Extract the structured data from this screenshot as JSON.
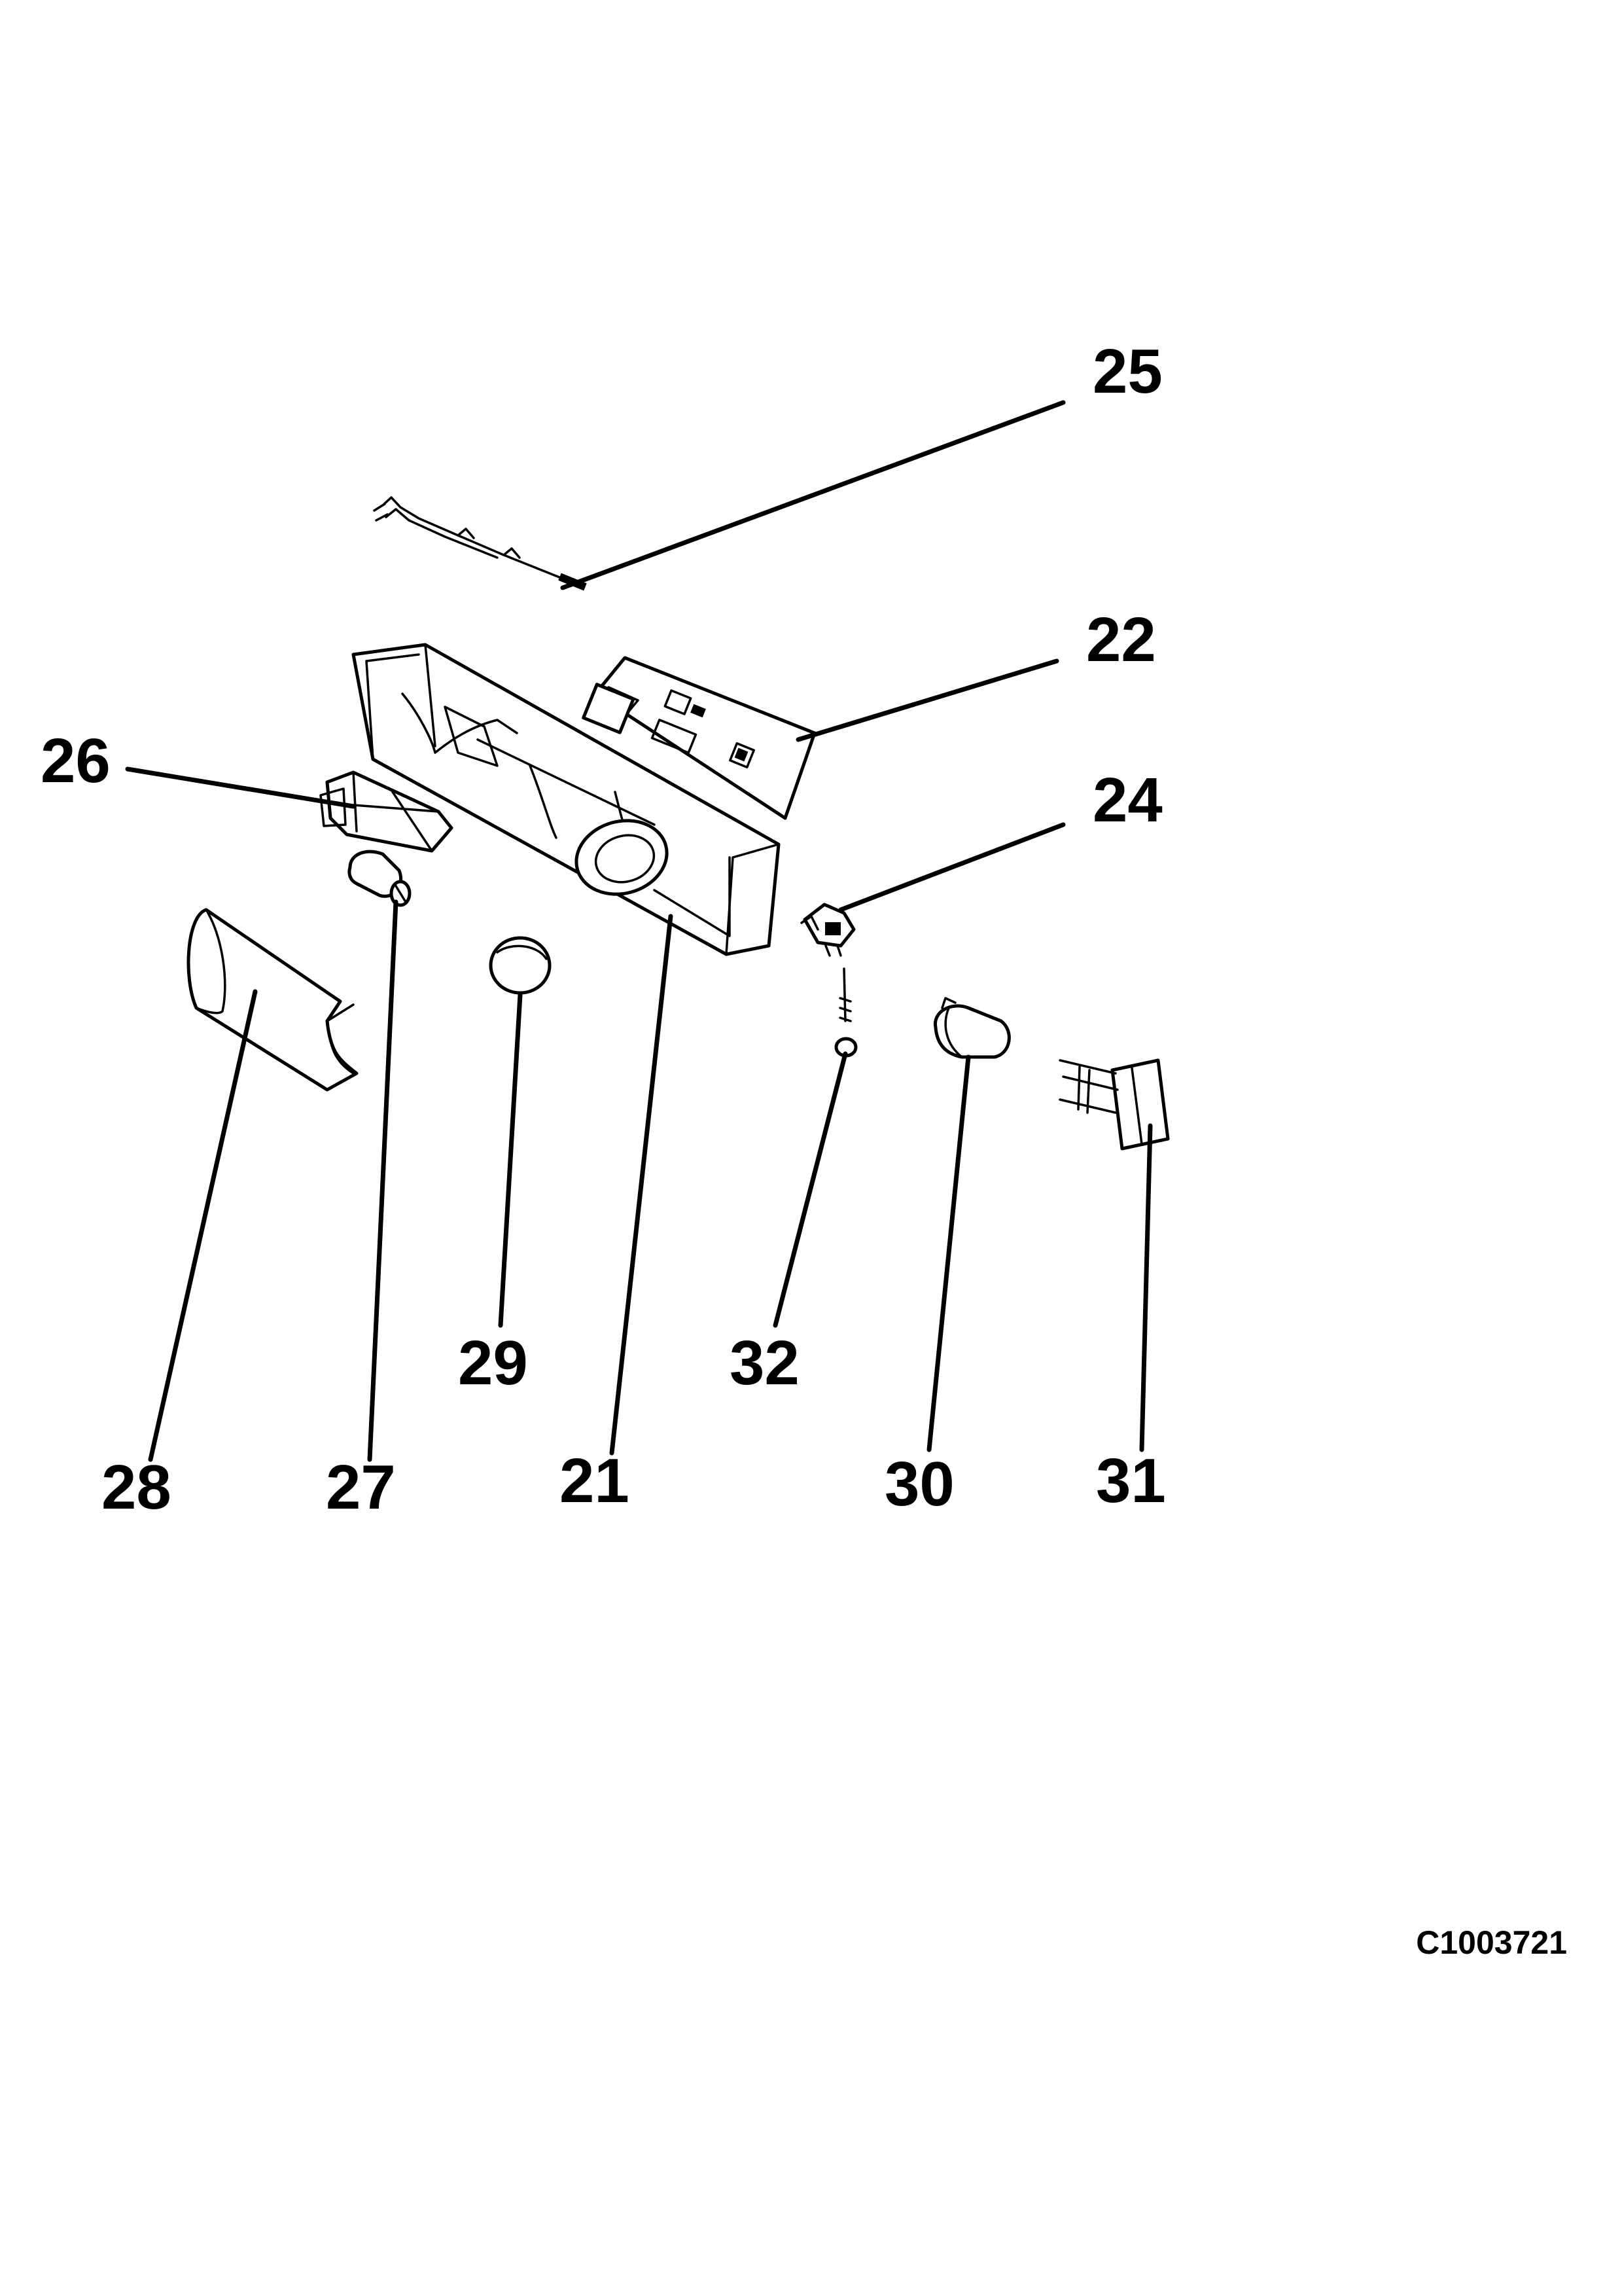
{
  "diagram": {
    "parts": [
      {
        "id": "part-21",
        "label": "21"
      },
      {
        "id": "part-22",
        "label": "22"
      },
      {
        "id": "part-24",
        "label": "24"
      },
      {
        "id": "part-25",
        "label": "25"
      },
      {
        "id": "part-26",
        "label": "26"
      },
      {
        "id": "part-27",
        "label": "27"
      },
      {
        "id": "part-28",
        "label": "28"
      },
      {
        "id": "part-29",
        "label": "29"
      },
      {
        "id": "part-30",
        "label": "30"
      },
      {
        "id": "part-31",
        "label": "31"
      },
      {
        "id": "part-32",
        "label": "32"
      }
    ],
    "drawing_number": "C1003721"
  },
  "colors": {
    "line": "#000000",
    "background": "#ffffff"
  }
}
